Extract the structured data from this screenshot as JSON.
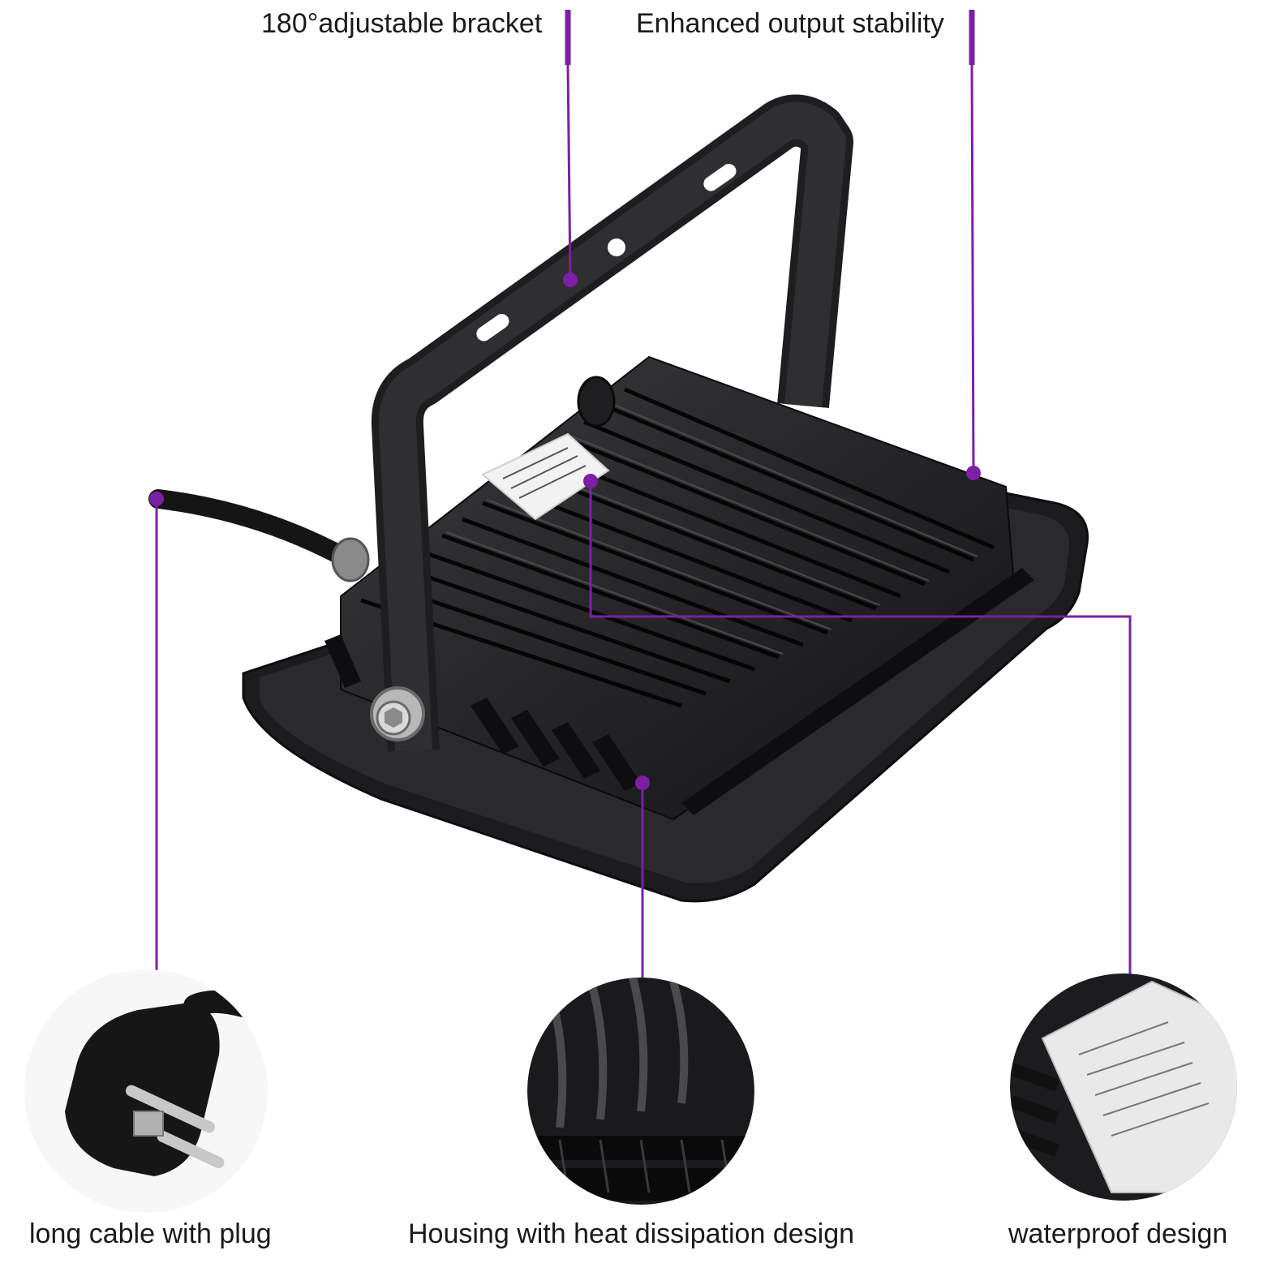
{
  "callouts": {
    "bracket": "180°adjustable bracket",
    "stability": "Enhanced output stability",
    "cable": "long cable with plug",
    "housing": "Housing with heat dissipation design",
    "waterproof": "waterproof design"
  },
  "colors": {
    "accent": "#7d1fa6",
    "body": "#1c1c1e",
    "background": "#ffffff"
  }
}
